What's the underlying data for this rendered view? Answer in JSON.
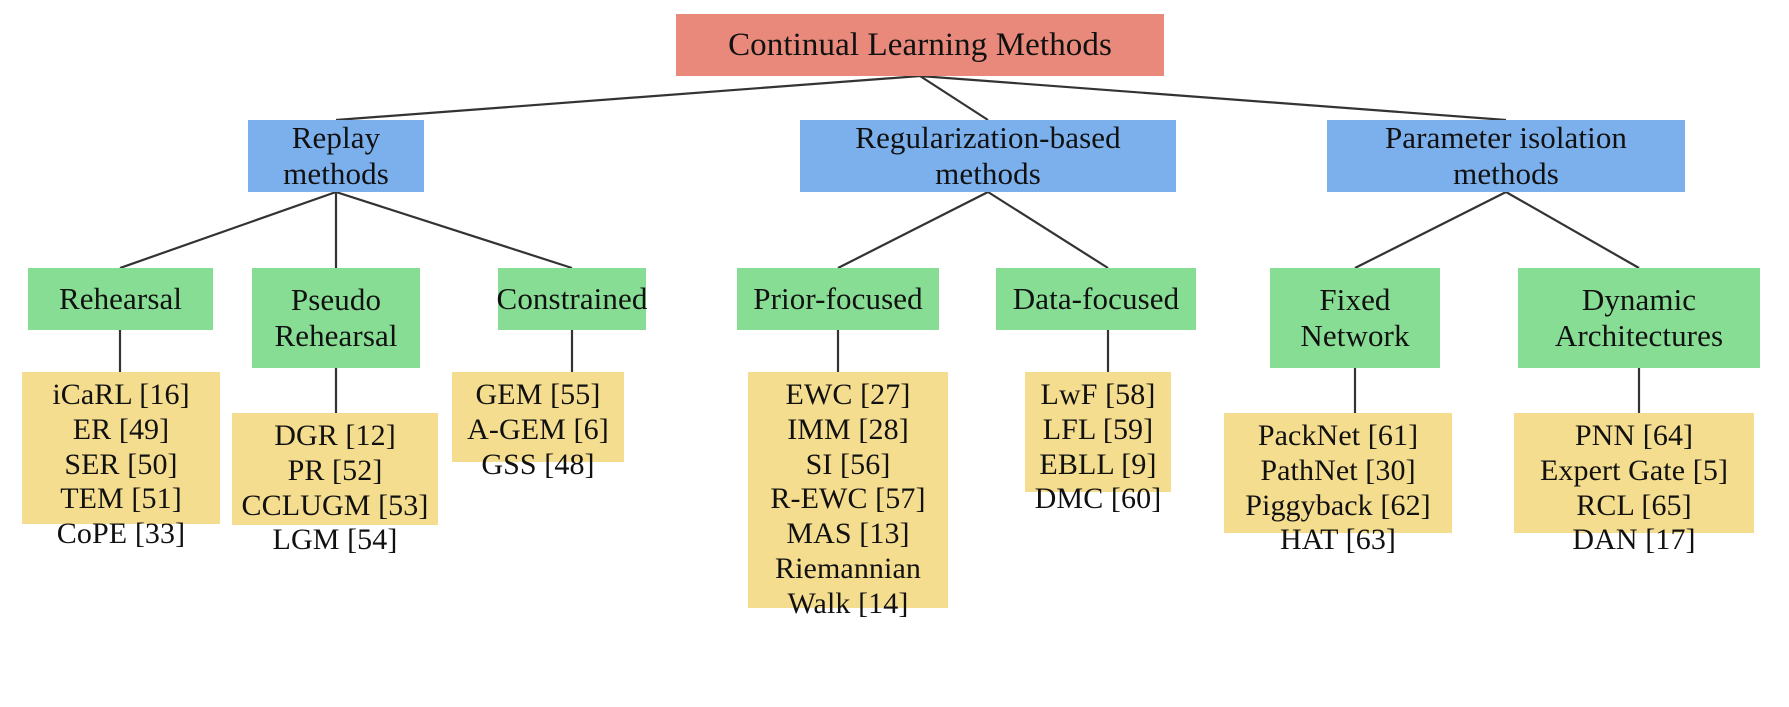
{
  "diagram": {
    "title": "Continual Learning Methods taxonomy",
    "colors": {
      "root": "#e8897c",
      "category": "#7cb0ec",
      "subcategory": "#87dd93",
      "leaf": "#f4dd8e",
      "edge": "#333333",
      "background": "#ffffff",
      "text": "#111111"
    },
    "root": {
      "label": "Continual Learning Methods"
    },
    "categories": [
      {
        "id": "replay",
        "label": "Replay\nmethods"
      },
      {
        "id": "regularization",
        "label": "Regularization-based\nmethods"
      },
      {
        "id": "parameter-isolation",
        "label": "Parameter isolation\nmethods"
      }
    ],
    "subcategories": [
      {
        "id": "rehearsal",
        "label": "Rehearsal",
        "parent": "replay"
      },
      {
        "id": "pseudo-rehearsal",
        "label": "Pseudo\nRehearsal",
        "parent": "replay"
      },
      {
        "id": "constrained",
        "label": "Constrained",
        "parent": "replay"
      },
      {
        "id": "prior-focused",
        "label": "Prior-focused",
        "parent": "regularization"
      },
      {
        "id": "data-focused",
        "label": "Data-focused",
        "parent": "regularization"
      },
      {
        "id": "fixed-network",
        "label": "Fixed\nNetwork",
        "parent": "parameter-isolation"
      },
      {
        "id": "dynamic-architectures",
        "label": "Dynamic\nArchitectures",
        "parent": "parameter-isolation"
      }
    ],
    "leaves": [
      {
        "id": "rehearsal-methods",
        "parent": "rehearsal",
        "items": [
          "iCaRL [16]",
          "ER [49]",
          "SER [50]",
          "TEM [51]",
          "CoPE [33]"
        ]
      },
      {
        "id": "pseudo-rehearsal-methods",
        "parent": "pseudo-rehearsal",
        "items": [
          "DGR [12]",
          "PR [52]",
          "CCLUGM [53]",
          "LGM [54]"
        ]
      },
      {
        "id": "constrained-methods",
        "parent": "constrained",
        "items": [
          "GEM [55]",
          "A-GEM [6]",
          "GSS [48]"
        ]
      },
      {
        "id": "prior-focused-methods",
        "parent": "prior-focused",
        "items": [
          "EWC [27]",
          "IMM [28]",
          "SI [56]",
          "R-EWC [57]",
          "MAS [13]",
          "Riemannian",
          "Walk [14]"
        ]
      },
      {
        "id": "data-focused-methods",
        "parent": "data-focused",
        "items": [
          "LwF [58]",
          "LFL [59]",
          "EBLL [9]",
          "DMC [60]"
        ]
      },
      {
        "id": "fixed-network-methods",
        "parent": "fixed-network",
        "items": [
          "PackNet [61]",
          "PathNet [30]",
          "Piggyback [62]",
          "HAT [63]"
        ]
      },
      {
        "id": "dynamic-architectures-methods",
        "parent": "dynamic-architectures",
        "items": [
          "PNN [64]",
          "Expert Gate [5]",
          "RCL [65]",
          "DAN [17]"
        ]
      }
    ]
  }
}
